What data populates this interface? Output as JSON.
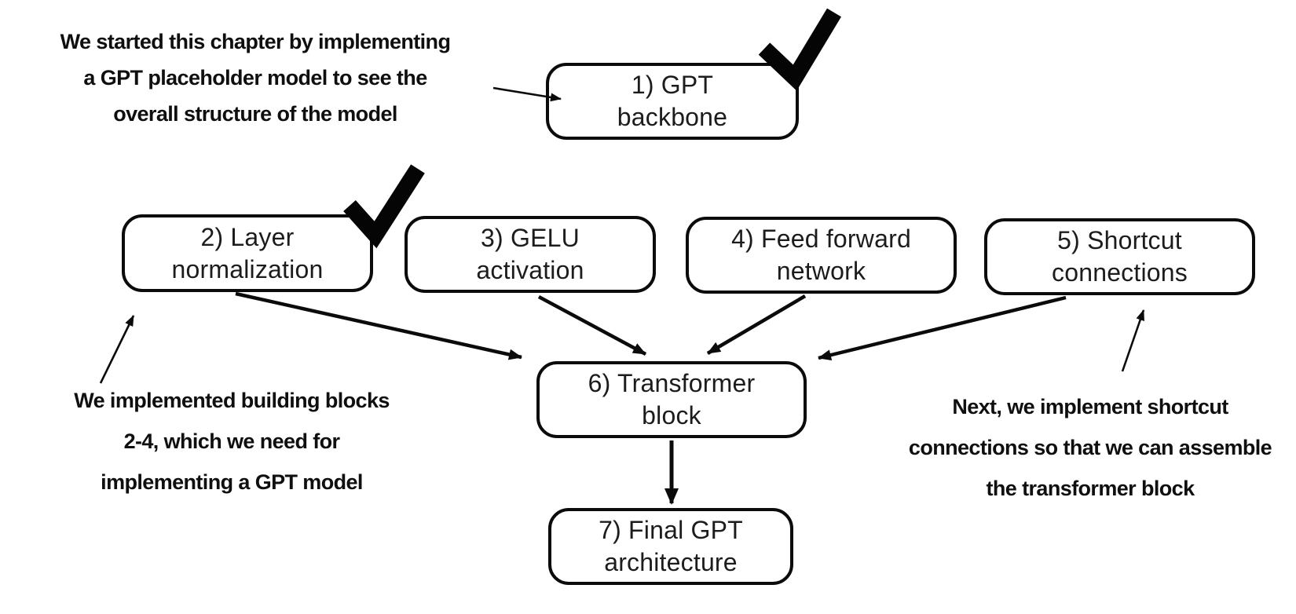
{
  "nodes": [
    {
      "label": "1) GPT\nbackbone",
      "checked": true
    },
    {
      "label": "2) Layer\nnormalization",
      "checked": true
    },
    {
      "label": "3) GELU\nactivation",
      "checked": false
    },
    {
      "label": "4) Feed forward\nnetwork",
      "checked": false
    },
    {
      "label": "5) Shortcut\nconnections",
      "checked": false
    },
    {
      "label": "6) Transformer\nblock",
      "checked": false
    },
    {
      "label": "7) Final GPT\narchitecture",
      "checked": false
    }
  ],
  "annotations": {
    "top_left": "We started this chapter by implementing\na GPT placeholder model to see the\noverall structure of the model",
    "bottom_left": "We implemented building blocks\n2-4, which we need for\nimplementing a GPT model",
    "right": "Next, we implement shortcut\nconnections so that we can assemble\nthe transformer block"
  },
  "icons": {
    "checkmark": "✔"
  },
  "colors": {
    "background": "#ffffff",
    "stroke": "#0b0b0b",
    "node_text": "#1c1c1c",
    "annotation_text": "#0f0f0f"
  }
}
